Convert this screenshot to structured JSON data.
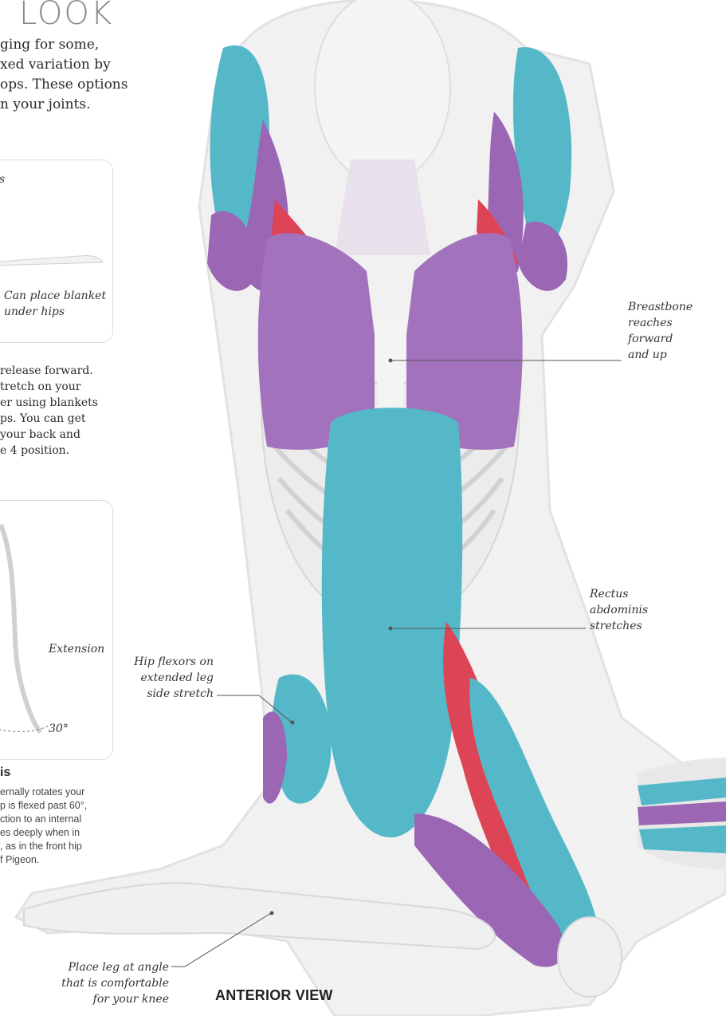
{
  "heading": "LOOK",
  "intro_lines": [
    "ging for some,",
    "xed variation by",
    "ops. These options",
    "n your joints."
  ],
  "box1": {
    "top_fragment": "s",
    "caption_lines": [
      "Can place blanket",
      "under hips"
    ]
  },
  "para2_lines": [
    "release forward.",
    "tretch on your",
    "er using blankets",
    "ps. You can get",
    "your back and",
    "e 4 position."
  ],
  "box2": {
    "extension_label": "Extension",
    "angle_label": "30°"
  },
  "section": {
    "subhead": "is",
    "lines": [
      "ernally rotates your",
      "p is flexed past 60°,",
      "ction to an internal",
      "es deeply when in",
      ", as in the front hip",
      "f Pigeon."
    ]
  },
  "annotations": {
    "breastbone": [
      "Breastbone",
      "reaches",
      "forward",
      "and up"
    ],
    "rectus": [
      "Rectus",
      "abdominis",
      "stretches"
    ],
    "hip_flexors": [
      "Hip flexors on",
      "extended leg",
      "side stretch"
    ],
    "leg": [
      "Place leg at angle",
      "that is comfortable",
      "for your knee"
    ]
  },
  "view_title": "ANTERIOR VIEW",
  "colors": {
    "teal": "#55b8c8",
    "purple": "#9b67b4",
    "red": "#dd4455",
    "bone": "#f2f2f2"
  }
}
